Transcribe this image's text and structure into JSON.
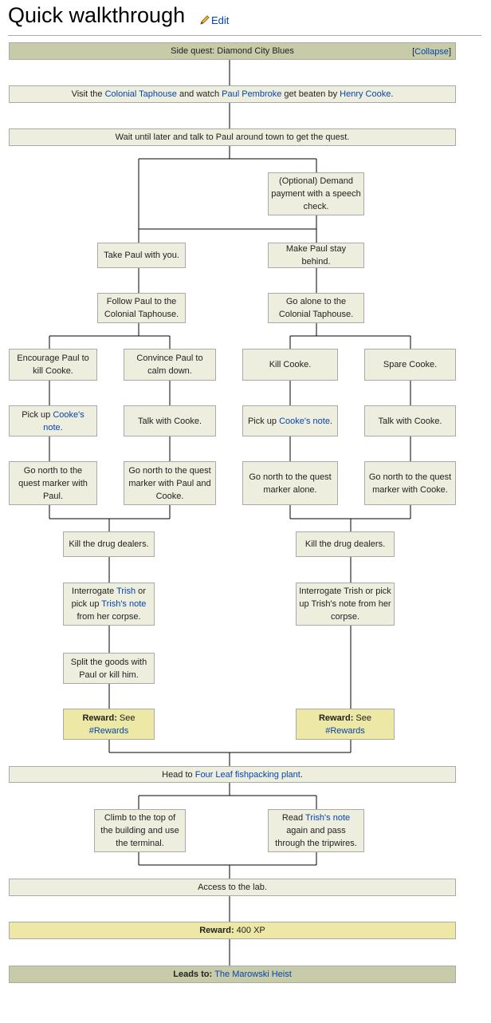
{
  "heading": {
    "title": "Quick walkthrough",
    "edit": "Edit"
  },
  "header": {
    "text": "Side quest: Diamond City Blues",
    "collapse_link": "Collapse"
  },
  "nodes": {
    "n1": [
      {
        "t": "Visit the "
      },
      {
        "t": "Colonial Taphouse",
        "link": true
      },
      {
        "t": " and watch "
      },
      {
        "t": "Paul Pembroke",
        "link": true
      },
      {
        "t": " get beaten by "
      },
      {
        "t": "Henry Cooke",
        "link": true
      },
      {
        "t": "."
      }
    ],
    "n2": [
      {
        "t": "Wait until later and talk to Paul around town to get the quest."
      }
    ],
    "n3": [
      {
        "t": "(Optional) Demand payment with a speech check."
      }
    ],
    "n4": [
      {
        "t": "Take Paul with you."
      }
    ],
    "n5": [
      {
        "t": "Make Paul stay behind."
      }
    ],
    "n6": [
      {
        "t": "Follow Paul to the Colonial Taphouse."
      }
    ],
    "n7": [
      {
        "t": "Go alone to the Colonial Taphouse."
      }
    ],
    "n8": [
      {
        "t": "Encourage Paul to kill Cooke."
      }
    ],
    "n9": [
      {
        "t": "Convince Paul to calm down."
      }
    ],
    "n10": [
      {
        "t": "Kill Cooke."
      }
    ],
    "n11": [
      {
        "t": "Spare Cooke."
      }
    ],
    "n12": [
      {
        "t": "Pick up "
      },
      {
        "t": "Cooke's note",
        "link": true
      },
      {
        "t": "."
      }
    ],
    "n13": [
      {
        "t": "Talk with Cooke."
      }
    ],
    "n14": [
      {
        "t": "Pick up "
      },
      {
        "t": "Cooke's note",
        "link": true
      },
      {
        "t": "."
      }
    ],
    "n15": [
      {
        "t": "Talk with Cooke."
      }
    ],
    "n16": [
      {
        "t": "Go north to the quest marker with Paul."
      }
    ],
    "n17": [
      {
        "t": "Go north to the quest marker with Paul and Cooke."
      }
    ],
    "n18": [
      {
        "t": "Go north to the quest marker alone."
      }
    ],
    "n19": [
      {
        "t": "Go north to the quest marker with Cooke."
      }
    ],
    "n20": [
      {
        "t": "Kill the drug dealers."
      }
    ],
    "n21": [
      {
        "t": "Kill the drug dealers."
      }
    ],
    "n22": [
      {
        "t": "Interrogate "
      },
      {
        "t": "Trish",
        "link": true
      },
      {
        "t": " or pick up "
      },
      {
        "t": "Trish's note",
        "link": true
      },
      {
        "t": " from her corpse."
      }
    ],
    "n23": [
      {
        "t": "Interrogate Trish or pick up Trish's note from her corpse."
      }
    ],
    "n24": [
      {
        "t": "Split the goods with Paul or kill him."
      }
    ],
    "n25": [
      {
        "t": "Reward:",
        "bold": true
      },
      {
        "t": " See "
      },
      {
        "t": "#Rewards",
        "link": true
      }
    ],
    "n26": [
      {
        "t": "Reward:",
        "bold": true
      },
      {
        "t": " See "
      },
      {
        "t": "#Rewards",
        "link": true
      }
    ],
    "n27": [
      {
        "t": "Head to "
      },
      {
        "t": "Four Leaf fishpacking plant",
        "link": true
      },
      {
        "t": "."
      }
    ],
    "n28": [
      {
        "t": "Climb to the top of the building and use the terminal."
      }
    ],
    "n29": [
      {
        "t": "Read "
      },
      {
        "t": "Trish's note",
        "link": true
      },
      {
        "t": " again and pass through the tripwires."
      }
    ],
    "n30": [
      {
        "t": "Access to the lab."
      }
    ],
    "n31": [
      {
        "t": "Reward:",
        "bold": true
      },
      {
        "t": " 400 XP"
      }
    ],
    "n32": [
      {
        "t": "Leads to: ",
        "bold": true
      },
      {
        "t": "The Marowski Heist",
        "link": true
      }
    ]
  }
}
